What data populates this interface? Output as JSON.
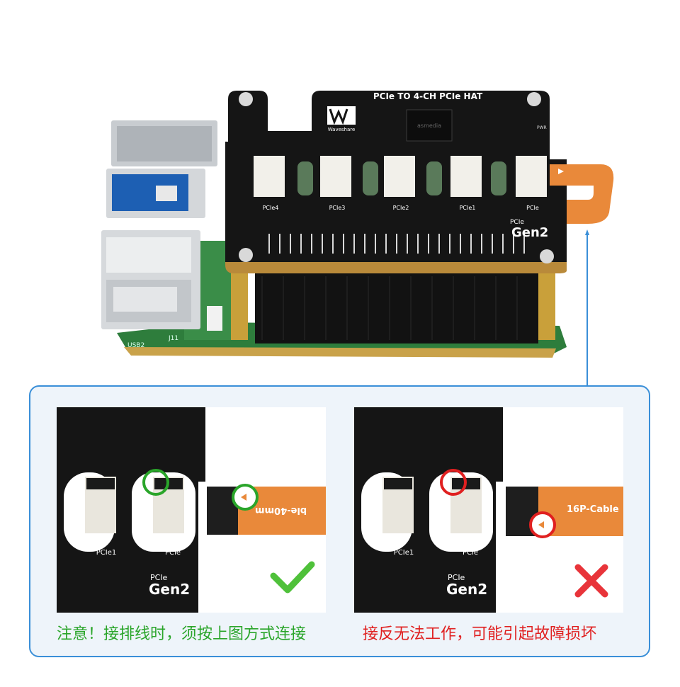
{
  "board": {
    "title": "PCIe TO 4-CH PCIe HAT",
    "brand": "Waveshare",
    "ports": [
      "PCIe4",
      "PCIe3",
      "PCIe2",
      "PCIe1",
      "PCIe"
    ],
    "gen_line1": "PCIe",
    "gen_line2": "Gen2",
    "chip_text": "asmedia",
    "pwr_label": "PWR",
    "pi_label": "USB2",
    "pi_label2": "J11"
  },
  "cable": {
    "label_correct": "ble-40mm",
    "label_wrong": "16P-Cable"
  },
  "cards": {
    "left": {
      "port_a": "PCIe1",
      "port_b": "PCIe",
      "gen_line1": "PCIe",
      "gen_line2": "Gen2"
    },
    "right": {
      "port_a": "PCIe1",
      "port_b": "PCIe",
      "gen_line1": "PCIe",
      "gen_line2": "Gen2"
    }
  },
  "captions": {
    "correct": "注意！接排线时，须按上图方式连接",
    "wrong": "接反无法工作，可能引起故障损坏"
  },
  "colors": {
    "panel_border": "#3a8fd8",
    "correct": "#2aa52a",
    "wrong": "#e02020",
    "cable": "#e9893a",
    "board": "#1a1a1a",
    "pi_board": "#2e7d3c"
  },
  "icons": {
    "correct": "check-icon",
    "wrong": "cross-icon"
  }
}
